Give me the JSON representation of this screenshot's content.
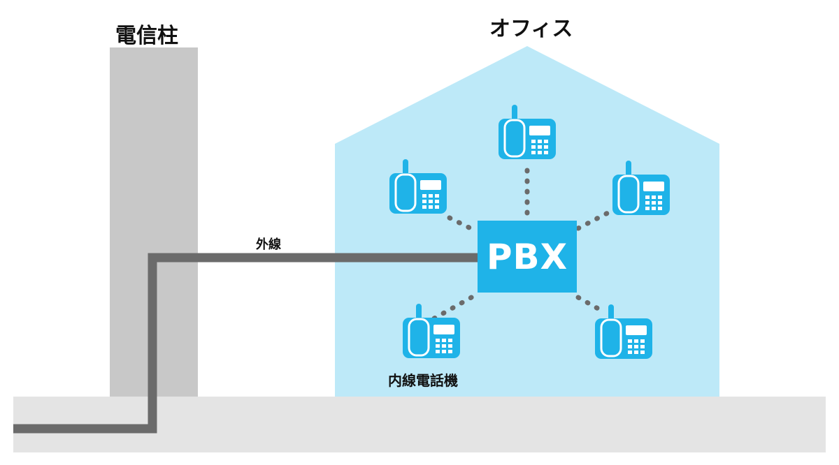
{
  "labels": {
    "pole": "電信柱",
    "office": "オフィス",
    "outer_line": "外線",
    "extension_phone": "内線電話機",
    "pbx": "PBX"
  },
  "colors": {
    "office_fill": "#bde9f8",
    "pole_fill": "#c8c8c8",
    "ground_fill": "#e4e4e4",
    "line": "#6b6b6b",
    "pbx_fill": "#1fb3e8",
    "phone": "#1fb3e8"
  },
  "icons": [
    "phone-icon"
  ]
}
